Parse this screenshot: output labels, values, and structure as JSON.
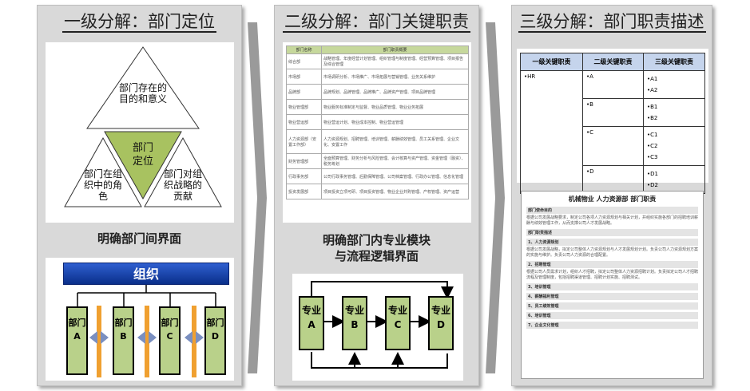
{
  "panels": [
    {
      "title": "一级分解：部门定位",
      "triangles": {
        "top": "部门存在的目的和意义",
        "center": "部门定位",
        "left": "部门在组织中的角色",
        "right": "部门对组织战略的贡献"
      },
      "caption": "明确部门间界面",
      "org": {
        "title": "组织",
        "depts": [
          "部门A",
          "部门B",
          "部门C",
          "部门D"
        ]
      }
    },
    {
      "title": "二级分解：部门关键职责",
      "table": {
        "headers": [
          "部门名称",
          "部门职责概要"
        ],
        "rows": [
          [
            "综合部",
            "战略管理、年度经营计划管理、组织管理与制度管理、经营预算管理、项目报告及综合管理"
          ],
          [
            "市场部",
            "市场调研分析、市场推广、市场拓展与营销管理、业务关系维护"
          ],
          [
            "品牌部",
            "品牌规划、品牌管理、品牌推广、品牌资产管理、项目品牌管理"
          ],
          [
            "物业管理部",
            "物业服务标准制定与监督、物业品质管理、物业业务拓展"
          ],
          [
            "物业营运部",
            "物业营运计划、物业成本控制、物业营运管理"
          ],
          [
            "人力资源部（安置工作部）",
            "人力资源规划、招聘管理、培训管理、薪酬绩效管理、员工关系管理、企业文化、安置工作"
          ],
          [
            "财务管理部",
            "全面预算管理、财务分析与风险管理、会计核算与资产管理、资金管理（融资）、税务筹划"
          ],
          [
            "行政事务部",
            "公司行政事务管理、后勤保障管理、公司档案管理、行政办公管理、信息化管理"
          ],
          [
            "投资发展部",
            "项目投资立项可研、项目投资管理、物业企业并购管理、产权管理、资产运营"
          ]
        ]
      },
      "caption": "明确部门内专业模块与流程逻辑界面",
      "flow": [
        "专业A",
        "专业B",
        "专业C",
        "专业D"
      ]
    },
    {
      "title": "三级分解：部门职责描述",
      "table": {
        "headers": [
          "一级关键职责",
          "二级关键职责",
          "三级关键职责"
        ],
        "l1": "•HR",
        "groups": [
          {
            "l2": "•A",
            "l3": [
              "•A1",
              "•A2"
            ]
          },
          {
            "l2": "•B",
            "l3": [
              "•B1",
              "•B2"
            ]
          },
          {
            "l2": "•C",
            "l3": [
              "•C1",
              "•C2",
              "•C3"
            ]
          },
          {
            "l2": "•D",
            "l3": [
              "•D1",
              "•D2"
            ]
          }
        ]
      },
      "doc": {
        "title": "机械物业 人力资源部 部门职责",
        "sections": [
          {
            "head": "部门使命目的",
            "text": "根据公司发展战略要求，制定公司各项人力资源规划与相关计划，并组织实施各部门的招聘培训薪酬与绩效管理工作，从而支撑公司人才发展战略。"
          },
          {
            "head": "部门职责描述",
            "text": ""
          },
          {
            "head": "1、人力资源规划",
            "text": "根据公司发展战略，拟定公司整体人力资源规划与人才发展规划计划。负责公司人力资源规划方案的实施与维护。负责公司人力资源的合理配置。"
          },
          {
            "head": "2、招聘管理",
            "text": "根据公司人员需求计划，组织人才招聘，拟定公司整体人力资源招聘计划。负责拟定公司人才招聘流程及管理制度，包括招聘渠道管理、招聘计划实施、招聘测试。"
          },
          {
            "head": "3、培训管理",
            "text": ""
          },
          {
            "head": "4、薪酬福利管理",
            "text": ""
          },
          {
            "head": "5、员工绩效管理",
            "text": ""
          },
          {
            "head": "6、培训管理",
            "text": ""
          },
          {
            "head": "7、企业文化管理",
            "text": ""
          }
        ]
      }
    }
  ]
}
